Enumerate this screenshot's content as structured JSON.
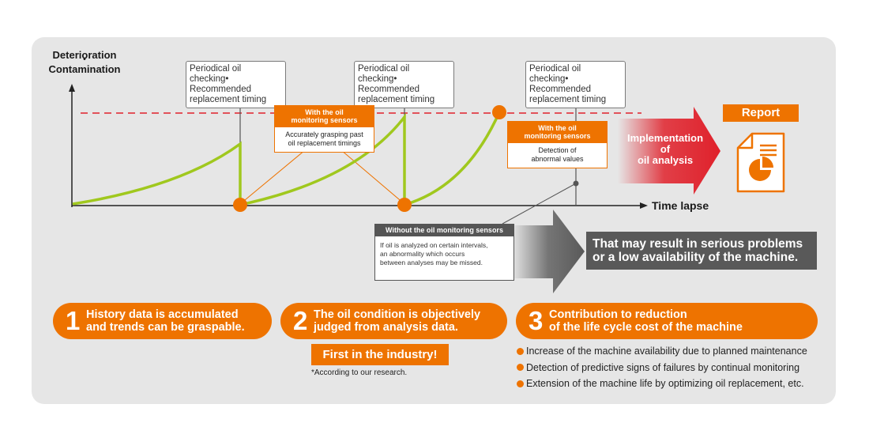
{
  "y_axis": {
    "line1": "Deterioration",
    "dot": "•",
    "line2": "Contamination"
  },
  "x_axis": {
    "label": "Time lapse"
  },
  "periodical_callouts": [
    {
      "line1": "Periodical oil checking•",
      "line2": "Recommended",
      "line3": "replacement timing"
    },
    {
      "line1": "Periodical oil checking•",
      "line2": "Recommended",
      "line3": "replacement timing"
    },
    {
      "line1": "Periodical oil checking•",
      "line2": "Recommended",
      "line3": "replacement timing"
    }
  ],
  "with_sensors_1": {
    "header1": "With the oil",
    "header2": "monitoring sensors",
    "body1": "Accurately grasping past",
    "body2": "oil replacement timings"
  },
  "with_sensors_2": {
    "header1": "With the oil",
    "header2": "monitoring sensors",
    "body1": "Detection of",
    "body2": "abnormal values"
  },
  "implementation": {
    "line1": "Implementation",
    "line2": "of",
    "line3": "oil analysis"
  },
  "report": {
    "label": "Report",
    "icon": "report-document-pie-icon"
  },
  "without_sensors": {
    "header": "Without the oil monitoring sensors",
    "body1": "If oil is analyzed on certain intervals,",
    "body2": "an abnormality which occurs",
    "body3": "between analyses may be missed."
  },
  "problem": {
    "line1": "That may result in serious problems",
    "line2": "or a low availability of the machine."
  },
  "points": [
    {
      "number": "1",
      "line1": "History data is accumulated",
      "line2": "and trends can be graspable."
    },
    {
      "number": "2",
      "line1": "The oil condition is objectively",
      "line2": "judged from analysis data."
    },
    {
      "number": "3",
      "line1": "Contribution to reduction",
      "line2": "of the life cycle cost of the machine"
    }
  ],
  "first_in_industry": "First in the industry!",
  "footnote": "*According to our research.",
  "benefits": [
    "Increase of the machine availability due to planned maintenance",
    "Detection of predictive signs of failures by continual monitoring",
    "Extension of the machine life by optimizing oil replacement, etc."
  ],
  "colors": {
    "accent": "#ee7300",
    "curve": "#a0c81e",
    "threshold": "#e0212b",
    "dark": "#595959",
    "panel": "#e6e6e6"
  }
}
